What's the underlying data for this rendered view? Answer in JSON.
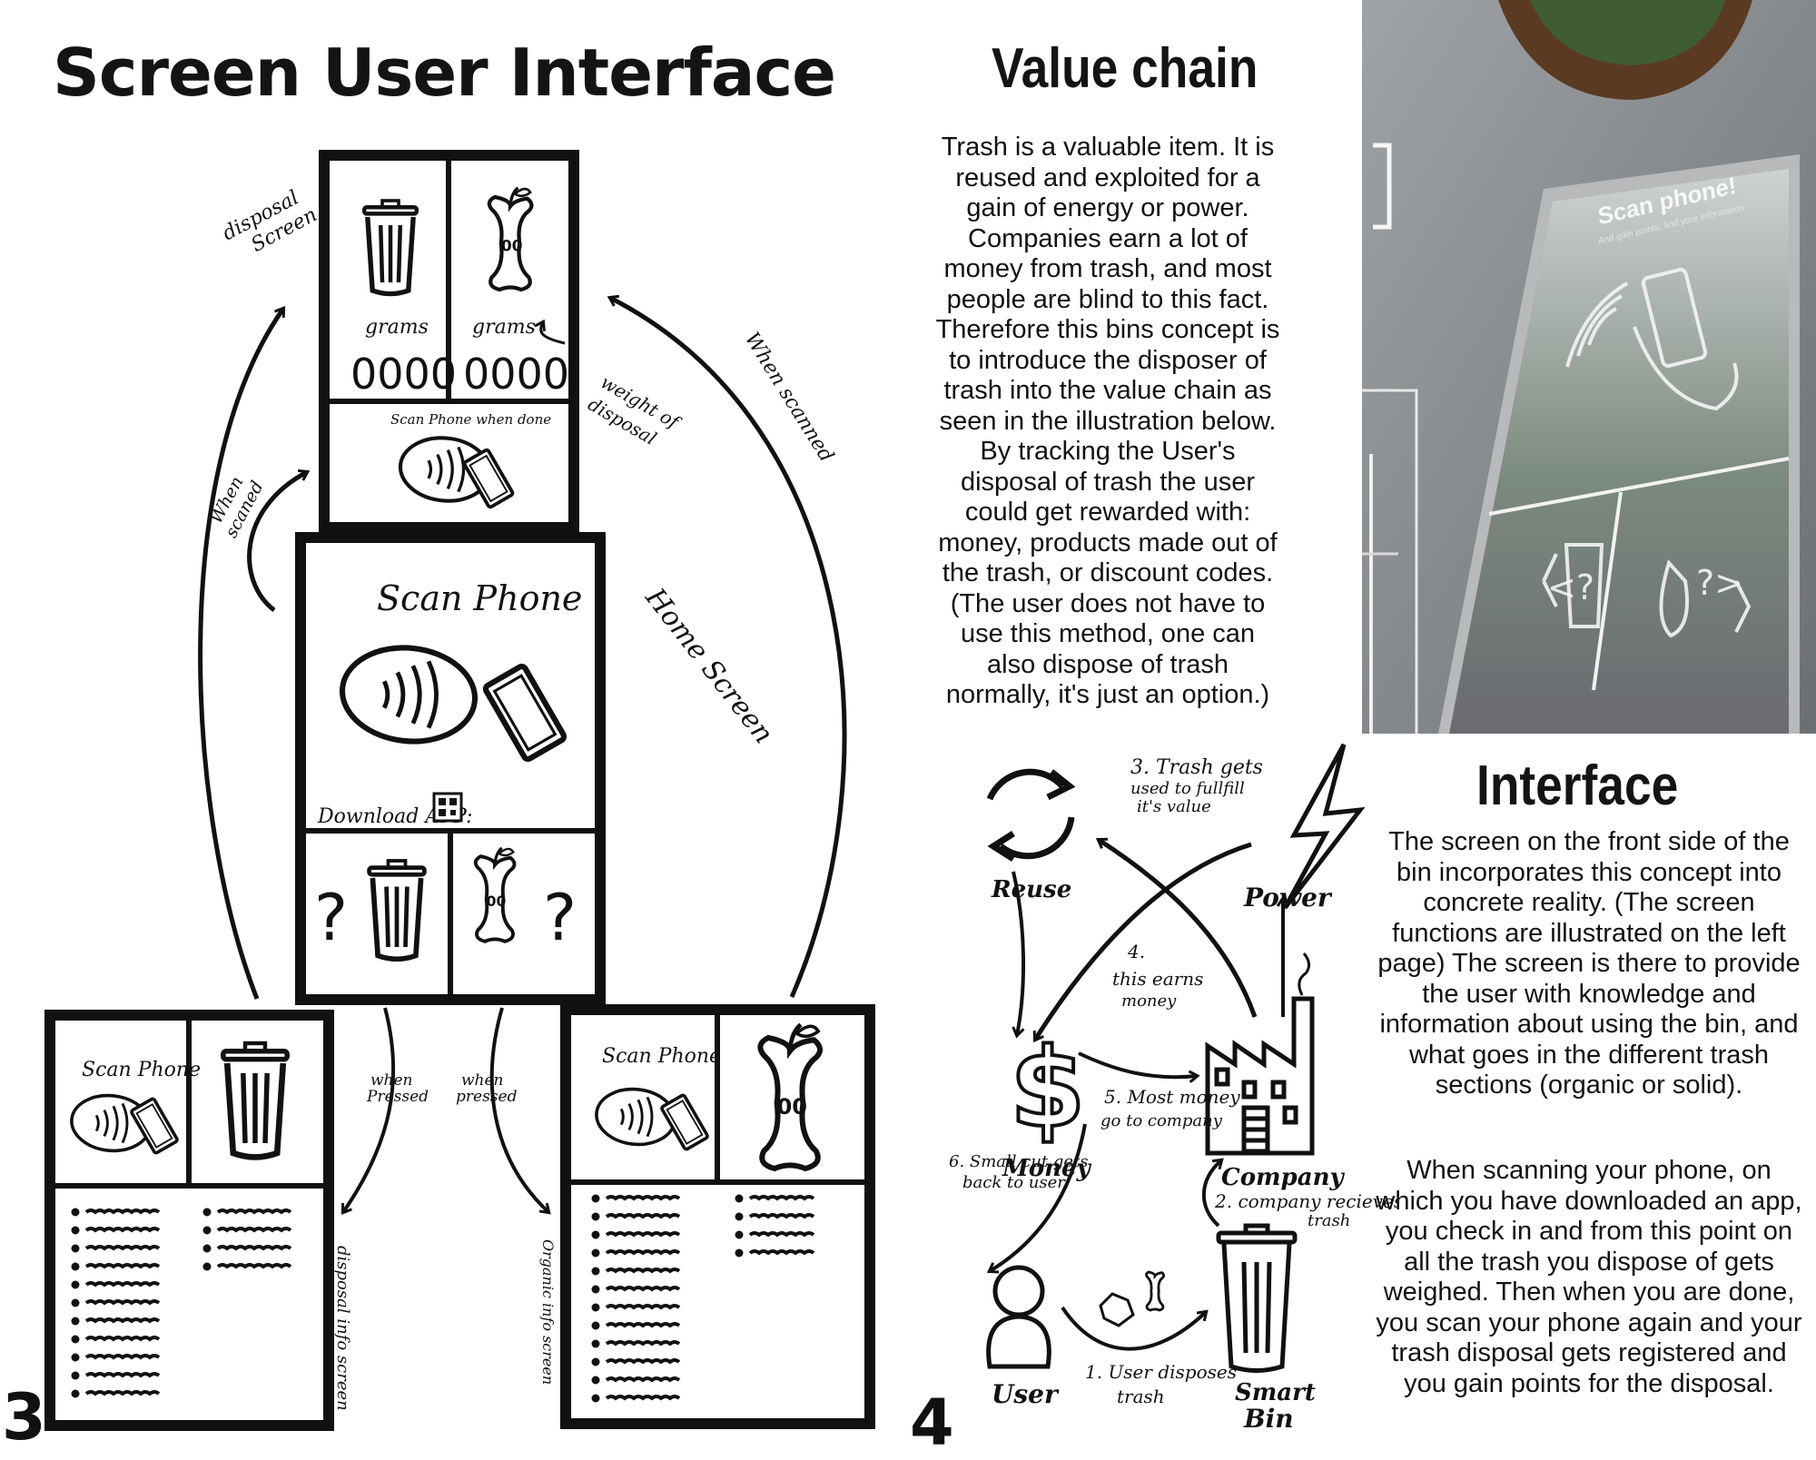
{
  "left_page": {
    "title": "Screen User Interface",
    "page_number": "3",
    "disposal_screen": {
      "label_grams_left": "grams",
      "label_grams_right": "grams",
      "counter_left": "0000",
      "counter_right": "0000",
      "scan_prompt": "Scan Phone when done"
    },
    "home_screen": {
      "title": "Scan Phone",
      "download_label": "Download APP:",
      "question_left": "?",
      "question_right": "?"
    },
    "info_left": {
      "title": "Scan Phone"
    },
    "info_right": {
      "title": "Scan Phone"
    },
    "annotations": {
      "disposal_screen_1": "disposal",
      "disposal_screen_2": "Screen",
      "weight_1": "weight of",
      "weight_2": "disposal",
      "when_scanned_right": "When scanned",
      "when_scaned_1": "When",
      "when_scaned_2": "scaned",
      "home_screen": "Home Screen",
      "when_pressed_left_1": "when",
      "when_pressed_left_2": "Pressed",
      "when_pressed_right_1": "when",
      "when_pressed_right_2": "pressed",
      "disposal_info": "disposal info screen",
      "organic_info": "Organic info screen"
    }
  },
  "right_page": {
    "page_number": "4",
    "value_chain_title": "Value chain",
    "value_chain_text": "Trash is a valuable item. It is reused and exploited for a gain of energy or power. Companies earn a lot of money from trash, and most people are blind to this fact. Therefore this bins concept is to introduce the disposer of trash into the value chain as seen in the illustration below. By tracking the User's disposal of trash the user could get rewarded with: money, products made out of the trash, or discount codes. (The user does not have to use this method, one can also dispose of trash normally, it's just an option.)",
    "interface_title": "Interface",
    "interface_text_1": "The screen on the front side of the bin incorporates this concept into concrete reality. (The screen functions are illustrated on the left page) The screen is there to provide the user with knowledge and information about using the bin, and what goes in the different trash sections (organic or solid).",
    "interface_text_2": "When scanning your phone, on which you have downloaded an app, you check in and from this point on all the trash you dispose of gets weighed. Then when you are done, you scan your phone again and your trash disposal gets registered and you gain points for the disposal.",
    "photo": {
      "screen_title": "Scan phone!",
      "screen_subtitle": "And gain points, find your information",
      "question_left": "<?",
      "question_right": "?>"
    },
    "diagram": {
      "reuse": "Reuse",
      "power": "Power",
      "money": "Money",
      "company": "Company",
      "user": "User",
      "smart_1": "Smart",
      "smart_2": "Bin",
      "step1_1": "1. User disposes",
      "step1_2": "trash",
      "step2_1": "2. company recieves",
      "step2_2": "trash",
      "step3_1": "3. Trash gets",
      "step3_2": "used to fullfill",
      "step3_3": "it's value",
      "step4_1": "4.",
      "step4_2": "this earns",
      "step4_3": "money",
      "step5_1": "5. Most money",
      "step5_2": "go to company",
      "step6_1": "6. Small cut gets",
      "step6_2": "back to user"
    }
  }
}
